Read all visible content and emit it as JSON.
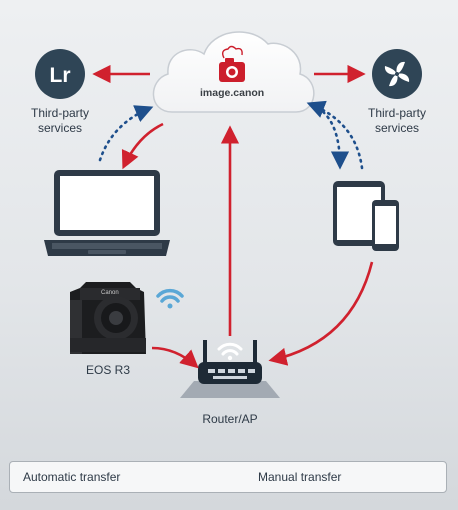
{
  "cloud": {
    "service_label": "image.canon"
  },
  "left_service": {
    "badge": "Lr",
    "label_line1": "Third-party",
    "label_line2": "services"
  },
  "right_service": {
    "label_line1": "Third-party",
    "label_line2": "services"
  },
  "camera": {
    "label": "EOS R3",
    "brand_text": "Canon"
  },
  "router": {
    "label": "Router/AP"
  },
  "legend": {
    "automatic_label": "Automatic transfer",
    "manual_label": "Manual transfer"
  },
  "colors": {
    "auto_arrow": "#d0212e",
    "manual_arrow": "#1e4f8c",
    "service_circle": "#2f4556",
    "device_dark": "#2e3a47",
    "wifi_blue": "#5aa7d6",
    "canon_red": "#cc1e2c"
  }
}
